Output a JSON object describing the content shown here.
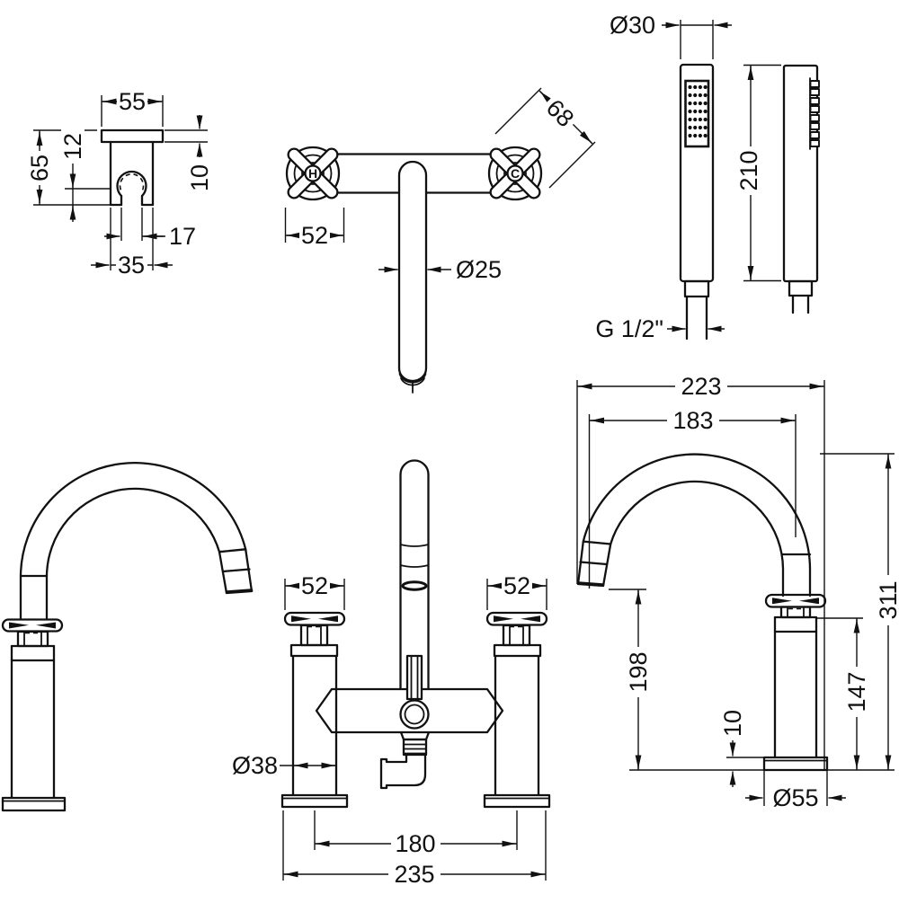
{
  "drawing": {
    "wall_bracket": {
      "label_width": "55",
      "label_height": "65",
      "label_hook_offset": "12",
      "label_plate_thickness": "10",
      "label_slot_width": "17",
      "label_body_width": "35"
    },
    "plan_view": {
      "label_handle_width": "52",
      "label_handle_diagonal": "68",
      "label_spout_diameter": "Ø25",
      "hot_indicator": "H",
      "cold_indicator": "C"
    },
    "handset": {
      "label_head_diameter": "Ø30",
      "label_length": "210",
      "label_thread": "G 1/2\""
    },
    "front_view": {
      "label_left_handle_width": "52",
      "label_right_handle_width": "52",
      "label_column_diameter": "Ø38",
      "label_tap_centres": "180",
      "label_overall_width": "235"
    },
    "side_view": {
      "label_overall_reach": "223",
      "label_spout_reach": "183",
      "label_overall_height": "311",
      "label_spout_outlet_height": "198",
      "label_column_height": "147",
      "label_base_thickness": "10",
      "label_base_diameter": "Ø55"
    }
  }
}
